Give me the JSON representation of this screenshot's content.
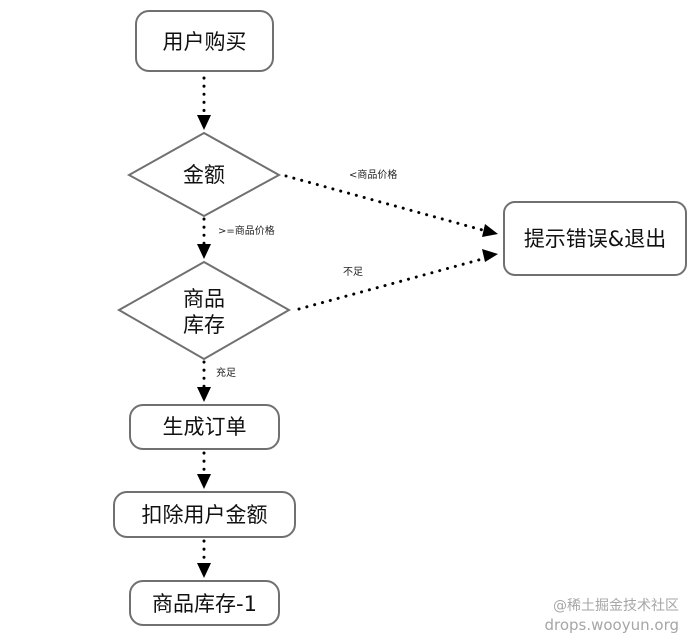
{
  "nodes": {
    "purchase": "用户购买",
    "amount": "金额",
    "stock_line1": "商品",
    "stock_line2": "库存",
    "error_exit": "提示错误&退出",
    "create_order": "生成订单",
    "deduct_balance": "扣除用户金额",
    "stock_decrement": "商品库存-1"
  },
  "edges": {
    "amount_lt_price": "<商品价格",
    "amount_gte_price": ">=商品价格",
    "stock_insufficient": "不足",
    "stock_sufficient": "充足"
  },
  "watermark": {
    "line1": "@稀土掘金技术社区",
    "line2": "drops.wooyun.org"
  }
}
